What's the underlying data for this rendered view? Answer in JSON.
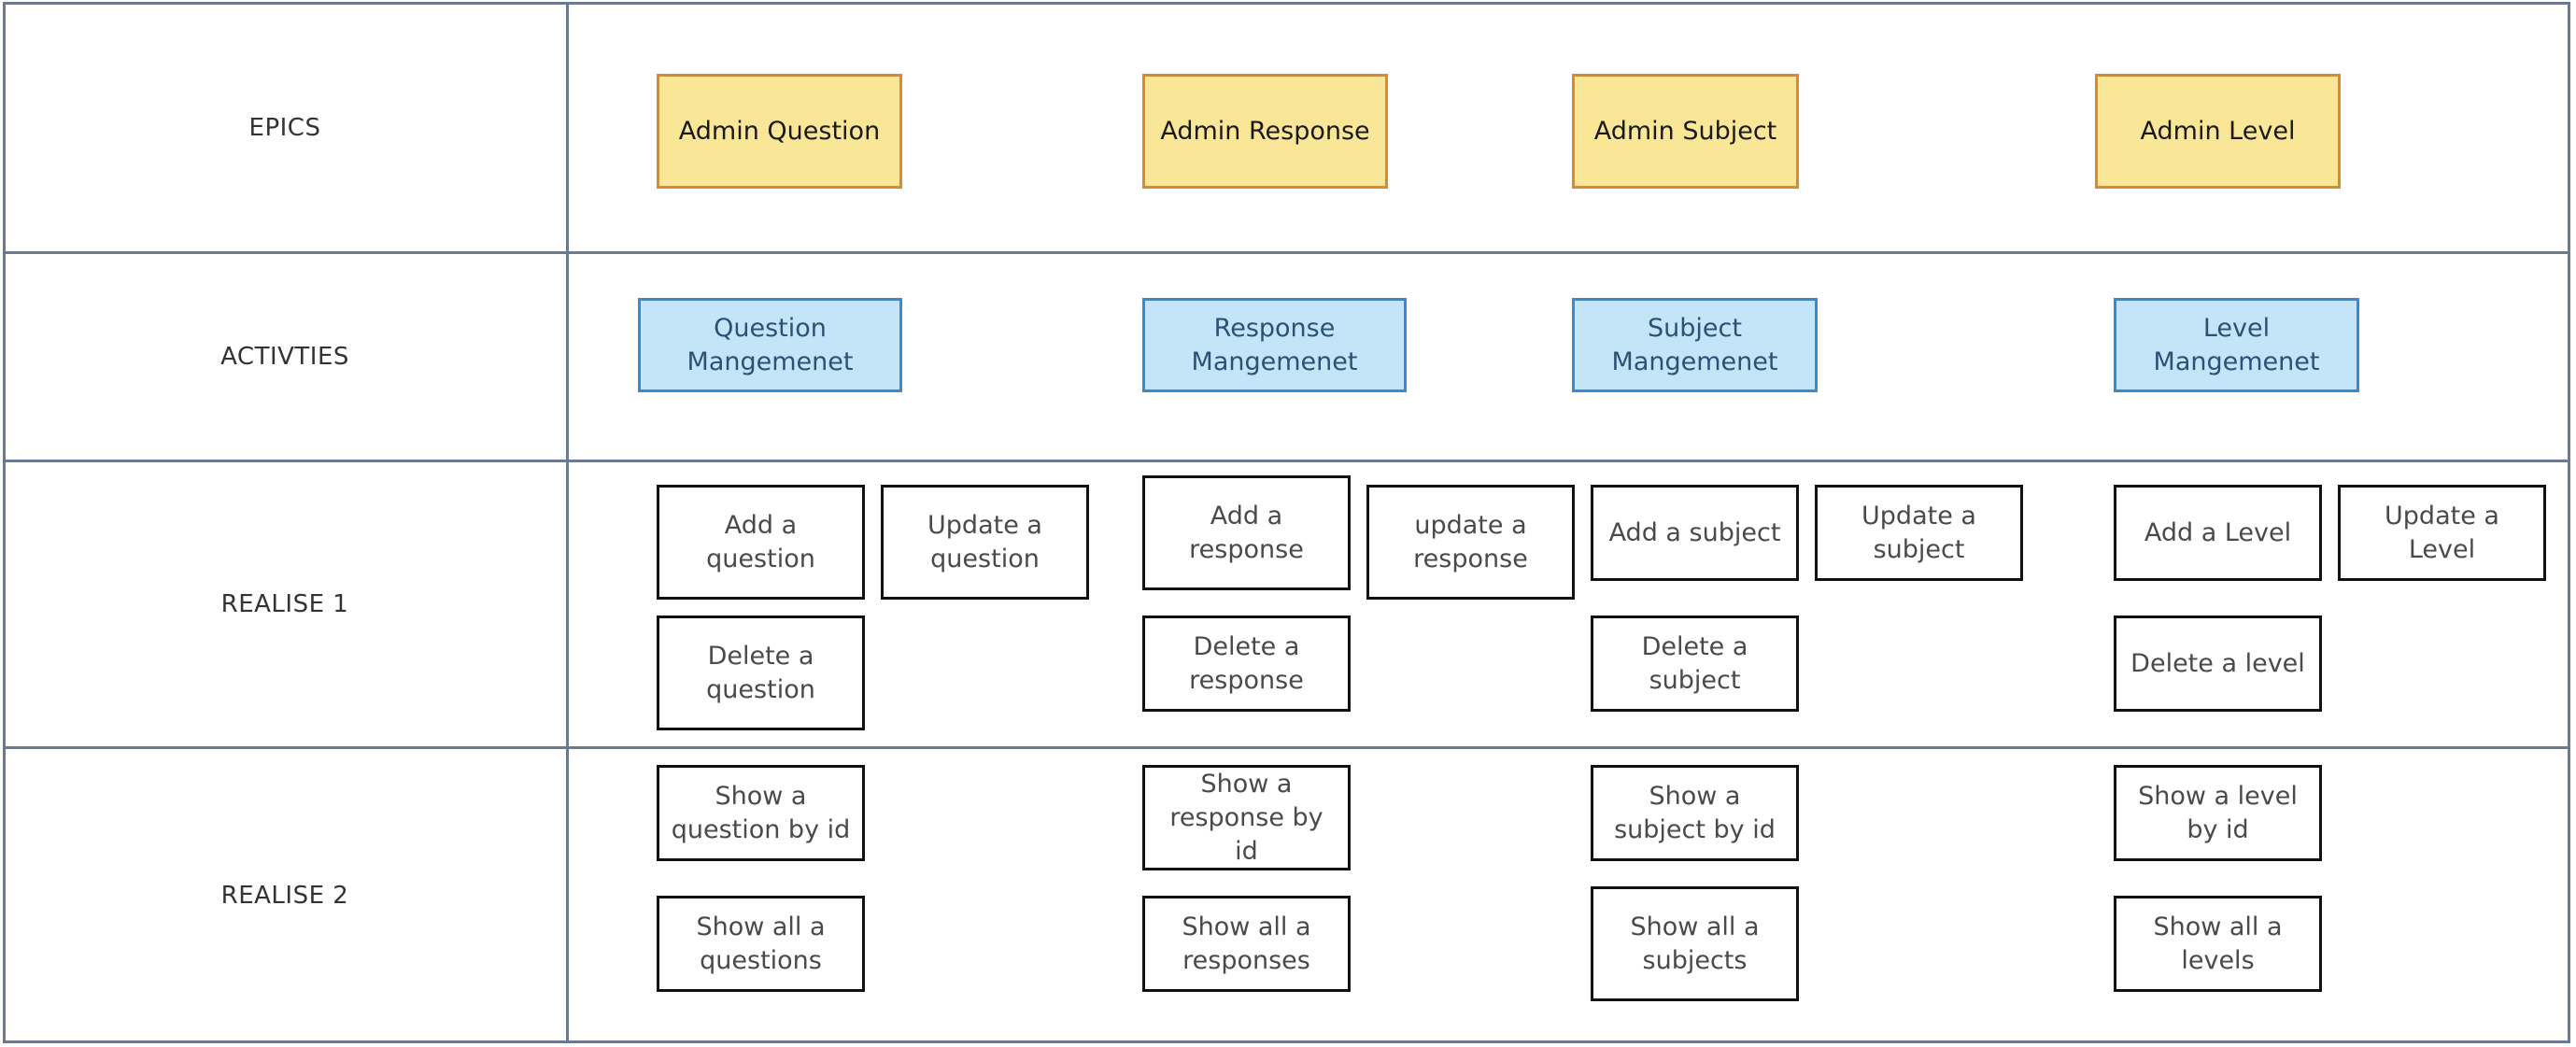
{
  "rows": [
    "EPICS",
    "ACTIVTIES",
    "REALISE 1",
    "REALISE 2"
  ],
  "epics": [
    "Admin Question",
    "Admin Response",
    "Admin Subject",
    "Admin Level"
  ],
  "activities": [
    "Question Mangemenet",
    "Response Mangemenet",
    "Subject Mangemenet",
    "Level Mangemenet"
  ],
  "realise1": [
    "Add a question",
    "Update a question",
    "Delete a question",
    "Add a response",
    "update a response",
    "Delete a response",
    "Add a subject",
    "Update a subject",
    "Delete a subject",
    "Add a Level",
    "Update a Level",
    "Delete a level"
  ],
  "realise2": [
    "Show a question by id",
    "Show all a questions",
    "Show a response by id",
    "Show all a responses",
    "Show a subject by id",
    "Show all a subjects",
    "Show a level by id",
    "Show all a levels"
  ],
  "colors": {
    "grid_line": "#6b7a90",
    "epic_fill": "#f9e697",
    "epic_border": "#d78a2f",
    "activity_fill": "#c4e4f7",
    "activity_border": "#3b89cf",
    "story_border": "#111111"
  }
}
